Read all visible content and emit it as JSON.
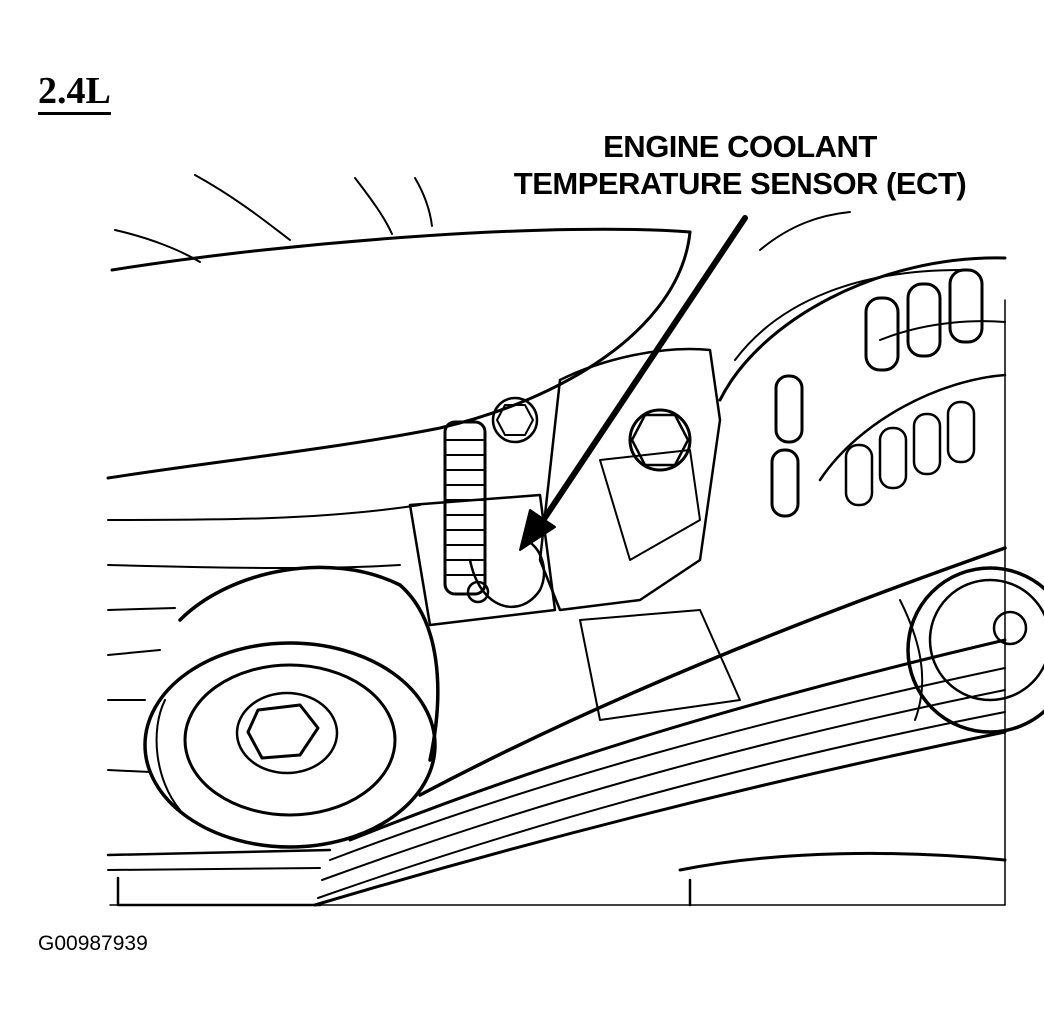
{
  "engine_label": "2.4L",
  "callout": {
    "line1": "ENGINE COOLANT",
    "line2": "TEMPERATURE SENSOR (ECT)"
  },
  "figure_id": "G00987939",
  "colors": {
    "ink": "#000000",
    "paper": "#ffffff"
  }
}
